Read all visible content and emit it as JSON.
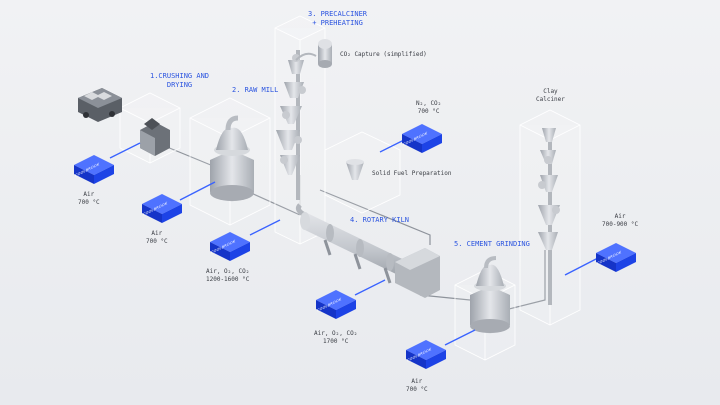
{
  "stages": [
    {
      "id": "crushing",
      "lines": [
        "1.CRUSHING AND",
        "DRYING"
      ]
    },
    {
      "id": "raw_mill",
      "lines": [
        "2. RAW MILL"
      ]
    },
    {
      "id": "precalciner",
      "lines": [
        "3. PRECALCINER",
        "+ PREHEATING"
      ]
    },
    {
      "id": "rotary_kiln",
      "lines": [
        "4. ROTARY KILN"
      ]
    },
    {
      "id": "cement_grinding",
      "lines": [
        "5. CEMENT GRINDING"
      ]
    }
  ],
  "labels": {
    "co2_capture": "CO₂ Capture (simplified)",
    "solid_fuel": "Solid Fuel Preparation",
    "clay_calciner": [
      "Clay",
      "Calciner"
    ]
  },
  "units": [
    {
      "id": "u1",
      "lines": [
        "Air",
        "700 °C"
      ]
    },
    {
      "id": "u2",
      "lines": [
        "Air",
        "700 °C"
      ]
    },
    {
      "id": "u3",
      "lines": [
        "Air, O₂, CO₂",
        "1200-1600 °C"
      ]
    },
    {
      "id": "u4",
      "lines": [
        "N₂, CO₂",
        "700 °C"
      ]
    },
    {
      "id": "u5",
      "lines": [
        "Air, O₂, CO₂",
        "1700 °C"
      ]
    },
    {
      "id": "u6",
      "lines": [
        "Air",
        "700 °C"
      ]
    },
    {
      "id": "u7",
      "lines": [
        "Air",
        "700-900 °C"
      ]
    }
  ],
  "brand": "COOLBROOK",
  "colors": {
    "accent": "#2c55e0",
    "unit": "#1d43e6",
    "steel": "#c9cdd3",
    "line": "#3a63ff"
  }
}
